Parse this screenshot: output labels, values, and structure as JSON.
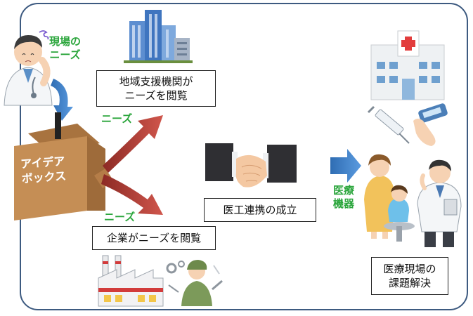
{
  "labels": {
    "field_needs_line1": "現場の",
    "field_needs_line2": "ニーズ",
    "needs_top": "ニーズ",
    "needs_bottom": "ニーズ",
    "idea_box_line1": "アイデア",
    "idea_box_line2": "ボックス",
    "medical_devices_line1": "医療",
    "medical_devices_line2": "機器"
  },
  "boxes": {
    "support_org_line1": "地域支援機関が",
    "support_org_line2": "ニーズを閲覧",
    "companies": "企業がニーズを閲覧",
    "collaboration": "医工連携の成立",
    "solution_line1": "医療現場の",
    "solution_line2": "課題解決"
  },
  "colors": {
    "frame": "#3d5a80",
    "needs_green": "#2aa53b",
    "red_arrow": "#b83a32",
    "blue_arrow": "#3a7cc7",
    "box_brown": "#c58e55"
  }
}
